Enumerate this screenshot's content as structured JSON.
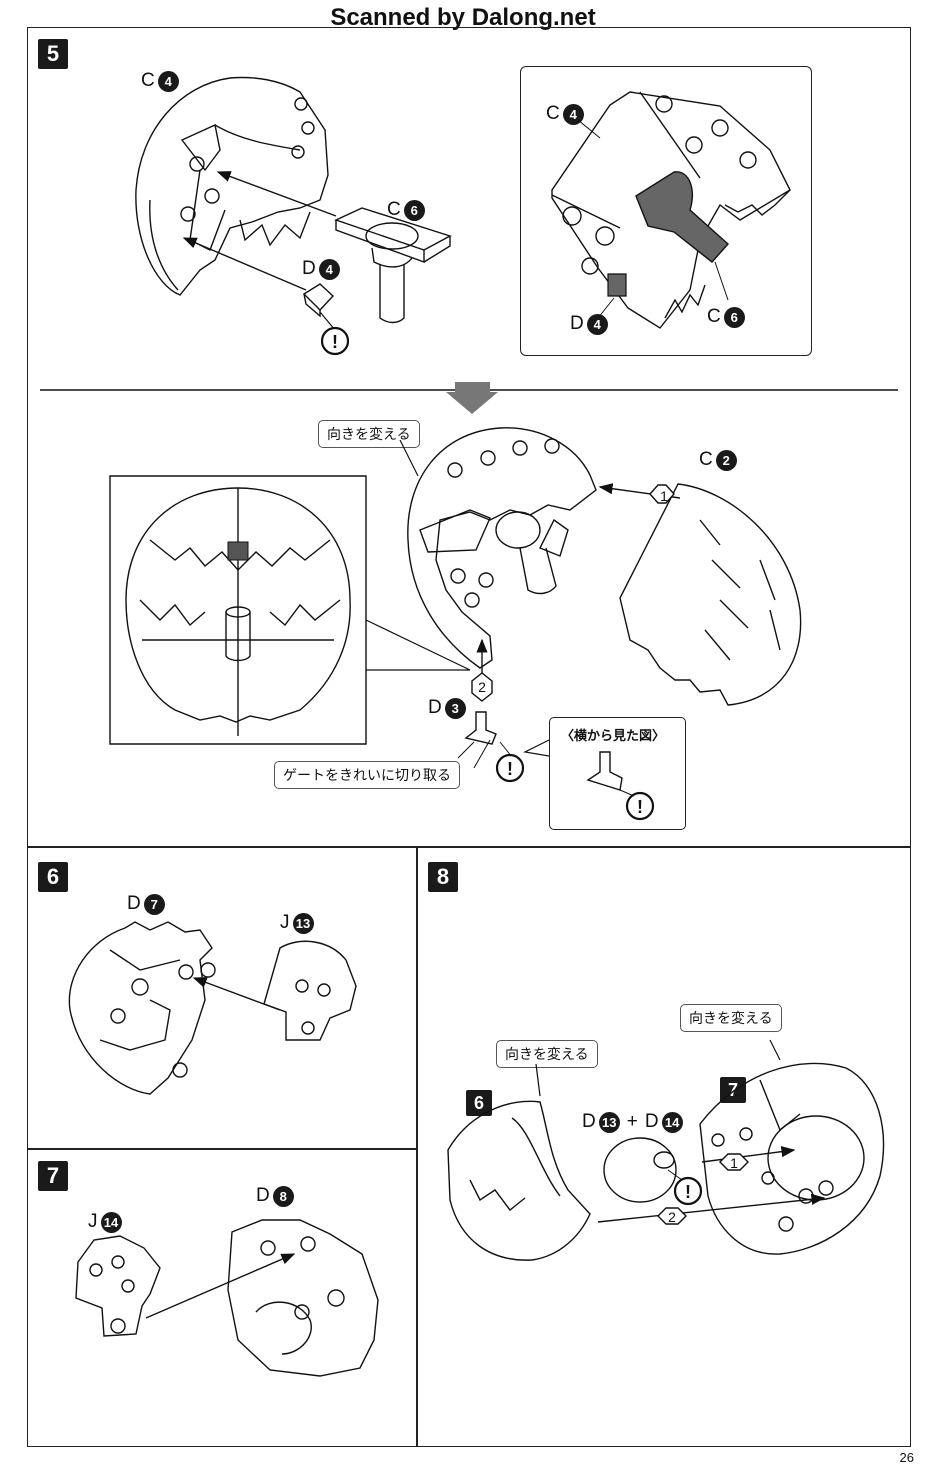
{
  "watermark": "Scanned by Dalong.net",
  "page_number": "26",
  "step5": {
    "number": "5",
    "labels": {
      "c4": {
        "letter": "C",
        "num": "4"
      },
      "c6": {
        "letter": "C",
        "num": "6"
      },
      "d4": {
        "letter": "D",
        "num": "4"
      }
    },
    "inset_labels": {
      "c4": {
        "letter": "C",
        "num": "4"
      },
      "d4": {
        "letter": "D",
        "num": "4"
      },
      "c6": {
        "letter": "C",
        "num": "6"
      }
    }
  },
  "step5b": {
    "rotate_note": "向きを変える",
    "c2": {
      "letter": "C",
      "num": "2"
    },
    "d3": {
      "letter": "D",
      "num": "3"
    },
    "step1": "1",
    "step2": "2",
    "gate_note": "ゲートをきれいに切り取る",
    "side_view_title": "〈横から見た図〉"
  },
  "step6": {
    "number": "6",
    "d7": {
      "letter": "D",
      "num": "7"
    },
    "j13": {
      "letter": "J",
      "num": "13"
    }
  },
  "step7": {
    "number": "7",
    "j14": {
      "letter": "J",
      "num": "14"
    },
    "d8": {
      "letter": "D",
      "num": "8"
    }
  },
  "step8": {
    "number": "8",
    "rotate_note_left": "向きを変える",
    "rotate_note_right": "向きを変える",
    "sub6": "6",
    "sub7": "7",
    "d13": {
      "letter": "D",
      "num": "13"
    },
    "plus": "+",
    "d14": {
      "letter": "D",
      "num": "14"
    },
    "step1": "1",
    "step2": "2"
  },
  "caution_symbol": "!",
  "colors": {
    "badge": "#1a1a1a",
    "arrow_down": "#777777",
    "gray_part": "#666666"
  }
}
